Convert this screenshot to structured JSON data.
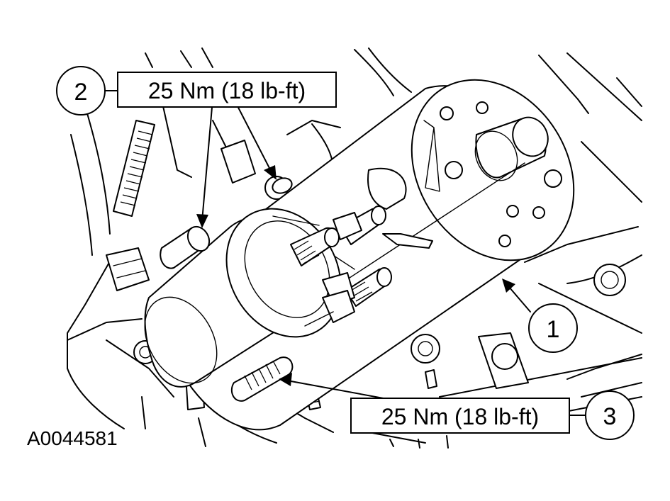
{
  "figure_id": "A0044581",
  "callouts": [
    {
      "number": "1",
      "torque": ""
    },
    {
      "number": "2",
      "torque": "25 Nm (18 lb-ft)"
    },
    {
      "number": "3",
      "torque": "25 Nm (18 lb-ft)"
    }
  ]
}
